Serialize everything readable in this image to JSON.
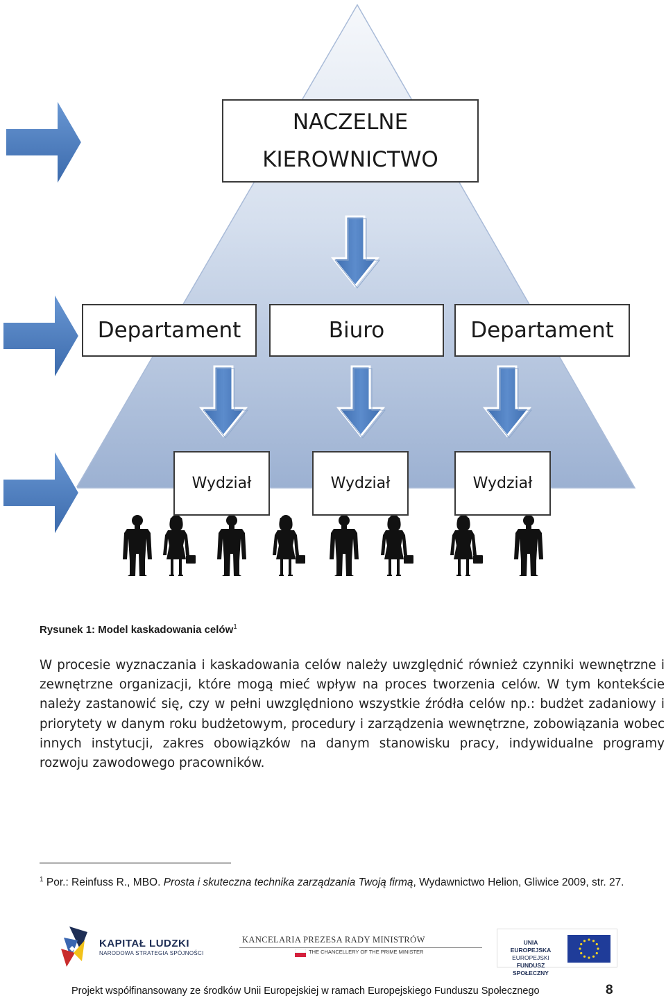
{
  "figure": {
    "top_box": {
      "line1": "NACZELNE",
      "line2": "KIEROWNICTWO"
    },
    "row2": [
      "Departament",
      "Biuro",
      "Departament"
    ],
    "row3": [
      "Wydział",
      "Wydział",
      "Wydział"
    ],
    "colors": {
      "pyramid_light": "#f4f7fb",
      "pyramid_dark": "#9fb3d3",
      "arrow": "#4f7fc0",
      "arrow_dark": "#2e5a96"
    },
    "people_count": 8
  },
  "caption": {
    "text": "Rysunek 1: Model kaskadowania celów",
    "ref": "1"
  },
  "paragraph": "W procesie wyznaczania i kaskadowania celów należy uwzględnić również czynniki wewnętrzne i zewnętrzne organizacji, które mogą mieć wpływ na proces tworzenia celów. W tym kontekście należy zastanowić się, czy w pełni uwzględniono wszystkie źródła celów np.: budżet zadaniowy i priorytety w danym roku budżetowym, procedury i zarządzenia wewnętrzne, zobowiązania wobec innych instytucji, zakres obowiązków na danym stanowisku pracy, indywidualne programy rozwoju zawodowego pracowników.",
  "footnote": {
    "mark": "1",
    "prefix": " Por.: Reinfuss R., MBO. ",
    "title": "Prosta i skuteczna technika zarządzania Twoją firmą",
    "suffix": ", Wydawnictwo Helion, Gliwice 2009, str. 27."
  },
  "logos": {
    "kapital_ludzki": {
      "title": "KAPITAŁ LUDZKI",
      "subtitle": "NARODOWA STRATEGIA SPÓJNOŚCI"
    },
    "kprm": {
      "title": "KANCELARIA PREZESA RADY MINISTRÓW",
      "subtitle": "THE CHANCELLERY OF THE PRIME MINISTER"
    },
    "eu": {
      "line1": "UNIA EUROPEJSKA",
      "line2": "EUROPEJSKI",
      "line3": "FUNDUSZ SPOŁECZNY"
    }
  },
  "footer": {
    "text": "Projekt współfinansowany ze środków Unii Europejskiej w ramach Europejskiego Funduszu Społecznego",
    "page": "8"
  }
}
